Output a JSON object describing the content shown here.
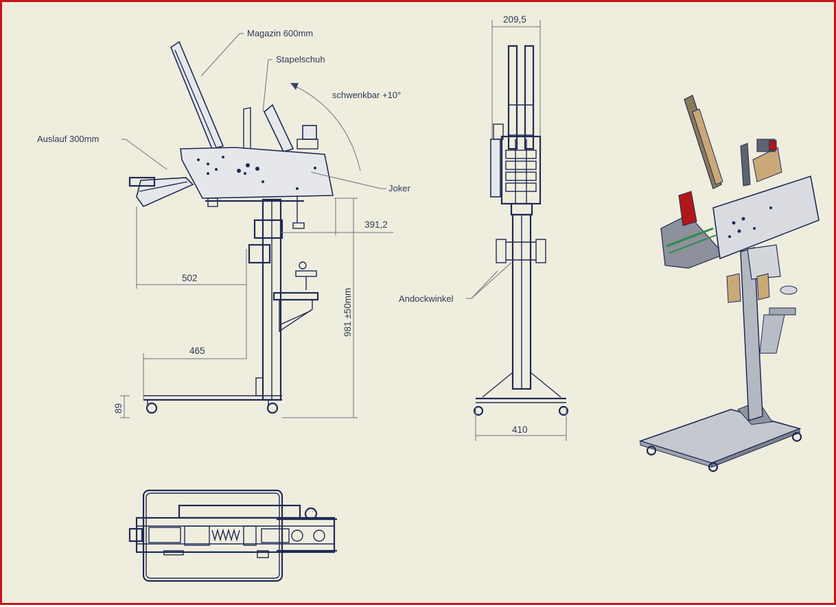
{
  "labels": {
    "magazin": "Magazin 600mm",
    "stapelschuh": "Stapelschuh",
    "schwenkbar": "schwenkbar +10°",
    "auslauf": "Auslauf 300mm",
    "joker": "Joker",
    "andockwinkel": "Andockwinkel"
  },
  "dimensions": {
    "d391": "391,2",
    "d502": "502",
    "d465": "465",
    "d89": "89",
    "d981": "981 ±50mm",
    "d209": "209,5",
    "d410": "410"
  },
  "colors": {
    "border": "#c8141c",
    "background": "#efedde",
    "line": "#1f2a55",
    "accent_red": "#b01818",
    "accent_green": "#2e8a4a",
    "accent_tan": "#c9a978"
  }
}
